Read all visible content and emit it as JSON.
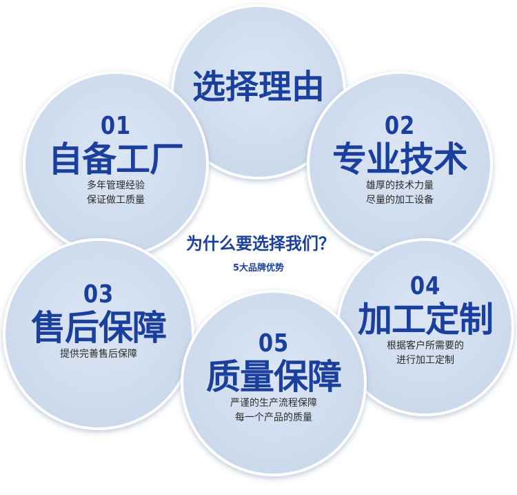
{
  "center": {
    "question": "为什么要选择我们？",
    "subtitle": "5大品牌优势"
  },
  "top_circle": {
    "title": "选择理由"
  },
  "items": [
    {
      "number": "01",
      "title": "自备工厂",
      "lines": [
        "多年管理经验",
        "保证做工质量"
      ]
    },
    {
      "number": "02",
      "title": "专业技术",
      "lines": [
        "雄厚的技术力量",
        "尽量的加工设备"
      ]
    },
    {
      "number": "03",
      "title": "售后保障",
      "lines": [
        "提供完善售后保障"
      ]
    },
    {
      "number": "04",
      "title": "加工定制",
      "lines": [
        "根据客户所需要的",
        "进行加工定制"
      ]
    },
    {
      "number": "05",
      "title": "质量保障",
      "lines": [
        "严谨的生产流程保障",
        "每一个产品的质量"
      ]
    }
  ],
  "colors": {
    "title_blue": "#1b3f9c",
    "circle_fill": "#cfdcee",
    "text_dark": "#2a2a2a"
  }
}
